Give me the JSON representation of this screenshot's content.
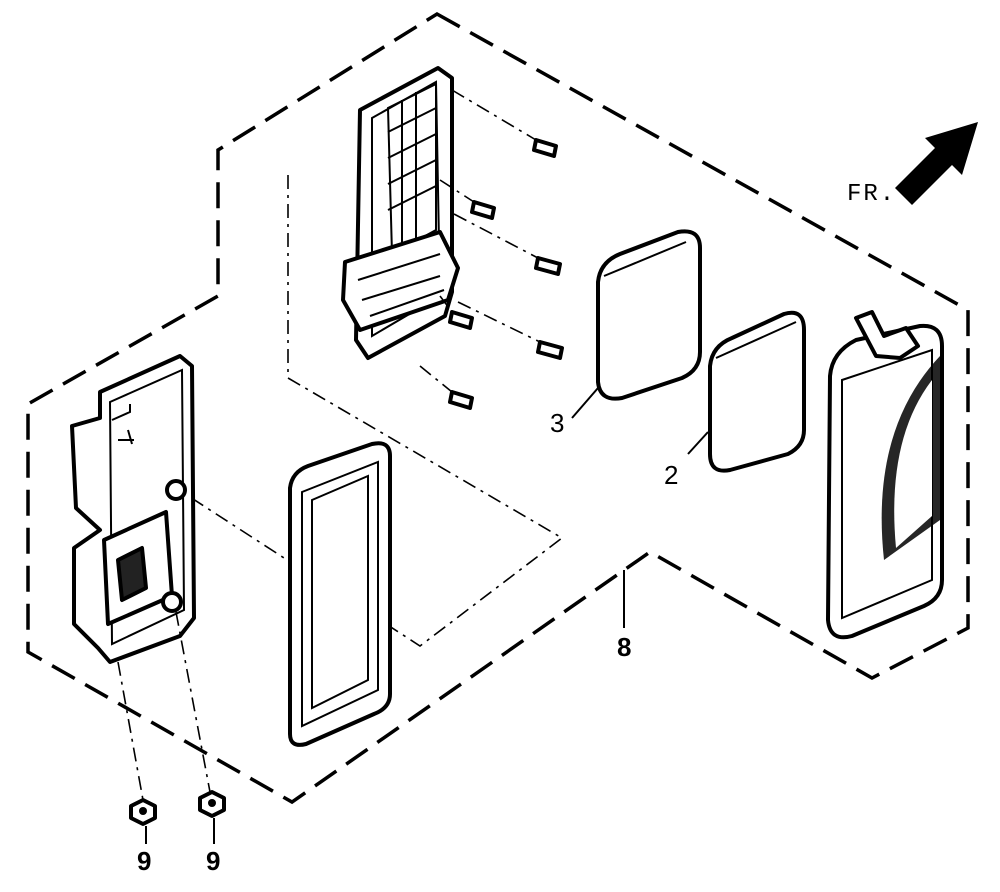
{
  "direction_label": "FR.",
  "callouts": {
    "element_3": "3",
    "element_2": "2",
    "assembly_8": "8",
    "nut_left": "9",
    "nut_right": "9"
  }
}
